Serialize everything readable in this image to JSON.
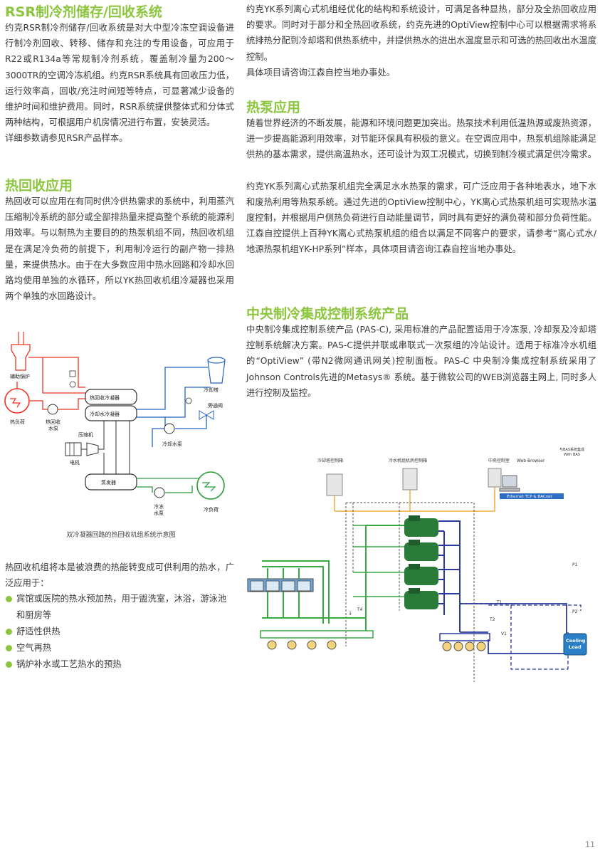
{
  "left": {
    "rsr": {
      "title": "RSR制冷剂储存/回收系统",
      "paragraphs": [
        "约克RSR制冷剂储存/回收系统是对大中型冷冻空调设备进行制冷剂回收、转移、储存和充注的专用设备，可应用于R22或R134a等常规制冷剂系统，覆盖制冷量为200～3000TR的空调冷冻机组。约克RSR系统具有回收压力低，运行效率高，回收/充注时间短等特点，可显著减少设备的维护时间和维护费用。同时，RSR系统提供整体式和分体式两种结构，可根据用户机房情况进行布置，安装灵活。",
        "详细参数请参见RSR产品样本。"
      ]
    },
    "heat_recovery": {
      "title": "热回收应用",
      "paragraph": "热回收可以应用在有同时供冷供热需求的系统中，利用蒸汽压缩制冷系统的部分或全部排热量来提高整个系统的能源利用效率。与以制热为主要目的的热泵机组不同，热回收机组是在满足冷负荷的前提下，利用制冷运行的副产物一排热量，来提供热水。由于在大多数应用中热水回路和冷却水回路均使用单独的水循环，所以YK热回收机组冷凝器也采用两个单独的水回路设计。"
    },
    "diagram": {
      "labels": {
        "aux_boiler": "辅助锅炉",
        "hr_condenser": "热回收冷凝器",
        "cw_condenser": "冷却水冷凝器",
        "cooling_tower": "冷却塔",
        "bypass_valve": "旁通阀",
        "heat_load": "热负荷",
        "hr_pump": "热回收",
        "hr_pump2": "水泵",
        "cw_pump": "冷却水泵",
        "compressor": "压缩机",
        "motor": "电机",
        "evaporator": "蒸发器",
        "chw_pump": "冷冻",
        "chw_pump2": "水泵",
        "cool_load": "冷负荷"
      },
      "caption": "双冷凝器回路的热回收机组系统示意图"
    },
    "uses": {
      "intro": "热回收机组将本是被浪费的热能转变成可供利用的热水，广泛应用于：",
      "items": [
        "宾馆或医院的热水预加热，用于盥洗室，沐浴，游泳池和厨房等",
        "舒适性供热",
        "空气再热",
        "锅炉补水或工艺热水的预热"
      ]
    }
  },
  "right": {
    "intro_paragraphs": [
      "约克YK系列离心式机组经优化的结构和系统设计，可满足各种显热，部分及全热回收应用的要求。同时对于部分和全热回收系统，约克先进的OptiView控制中心可以根据需求将系统排热分配到冷却塔和供热系统中，并提供热水的进出水温度显示和可选的热回收出水温度控制。",
      "具体项目请咨询江森自控当地办事处。"
    ],
    "heat_pump": {
      "title": "热泵应用",
      "paragraphs": [
        "随着世界经济的不断发展，能源和环境问题更加突出。热泵技术利用低温热源或废热资源，进一步提高能源利用效率，对节能环保具有积极的意义。在空调应用中，热泵机组除能满足供热的基本需求，提供高温热水，还可设计为双工况模式，切换到制冷模式满足供冷需求。",
        "约克YK系列离心式热泵机组完全满足水水热泵的需求，可广泛应用于各种地表水，地下水和废热利用等热泵系统。通过先进的OptiView控制中心，YK离心式热泵机组可实现热水温度控制，并根据用户侧热负荷进行自动能量调节，同时具有更好的满负荷和部分负荷性能。江森自控提供上百种YK离心式热泵机组的组合以满足不同客户的要求，请参考“离心式水/地源热泵机组YK-HP系列”样本，具体项目请咨询江森自控当地办事处。"
      ]
    },
    "pasc": {
      "title": "中央制冷集成控制系统产品",
      "paragraph": "中央制冷集成控制系统产品 (PAS-C), 采用标准的产品配置适用于冷冻泵, 冷却泵及冷却塔控制系统解决方案。PAS-C提供并联或串联式一次泵组的冷站设计。适用于标准冷水机组的“OptiView” (带N2微网通讯网关)控制面板。PAS-C 中央制冷集成控制系统采用了Johnson Controls先进的Metasys® 系统。基于微软公司的WEB浏览器主网上, 同时多人进行控制及监控。"
    },
    "system_diagram": {
      "labels": {
        "tower_panel": "冷却塔控制箱",
        "chiller_panel": "冷水机组机房控制箱",
        "central_room": "中央控制室",
        "web_browser": "Web Browser",
        "bas": "与BAS系统集成",
        "bas2": "With BAS",
        "ethernet": "Ethernet TCP & BACnet",
        "p1": "P1",
        "p2": "P2",
        "t1": "T1",
        "t2": "T2",
        "t3": "3",
        "t4": "T4",
        "v1": "V1",
        "cooling_load_1": "Cooling",
        "cooling_load_2": "Load"
      }
    }
  },
  "page_number": "11"
}
